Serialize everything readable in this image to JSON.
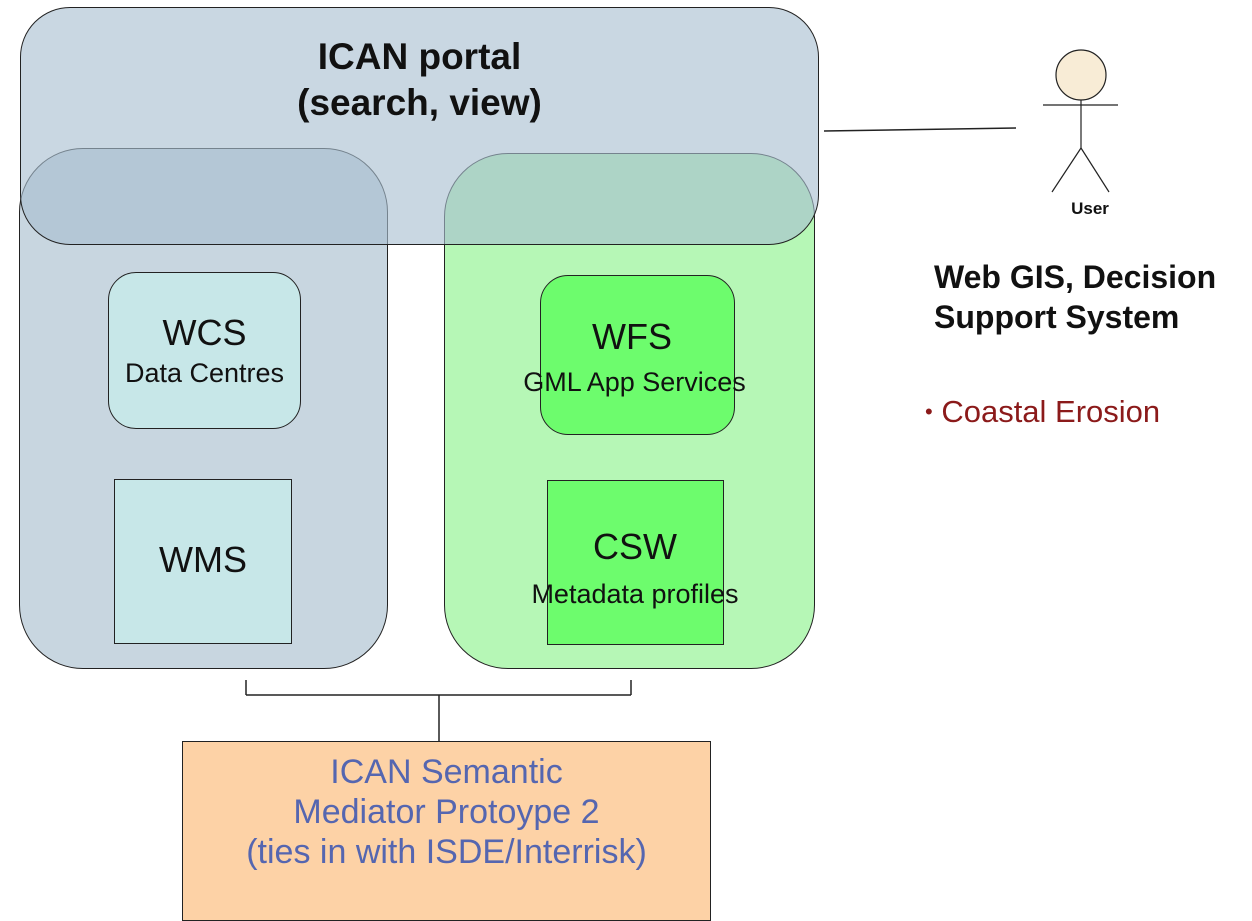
{
  "portal": {
    "title_line1": "ICAN portal",
    "title_line2": "(search, view)"
  },
  "services": {
    "wcs": {
      "title": "WCS",
      "subtitle": "Data Centres"
    },
    "wms": {
      "title": "WMS"
    },
    "wfs": {
      "title": "WFS",
      "subtitle": "GML App Services"
    },
    "csw": {
      "title": "CSW",
      "subtitle": "Metadata profiles"
    }
  },
  "mediator": {
    "line1": "ICAN Semantic",
    "line2": "Mediator Protoype 2",
    "line3": "(ties in with ISDE/Interrisk)"
  },
  "user": {
    "label": "User"
  },
  "side": {
    "heading_line1": "Web GIS, Decision",
    "heading_line2": "Support System",
    "bullet_marker": "•",
    "bullet_text": "Coastal Erosion"
  },
  "colors": {
    "left_group": "#c8d6e0",
    "right_group": "#b6f7b6",
    "portal": "#a8bed0",
    "light_service": "#c7e7e8",
    "green_service": "#6dfc6d",
    "mediator_fill": "#fdd2a6",
    "mediator_text": "#5566b0",
    "bullet_text": "#8b1a1a",
    "user_head": "#f8ecd6"
  }
}
